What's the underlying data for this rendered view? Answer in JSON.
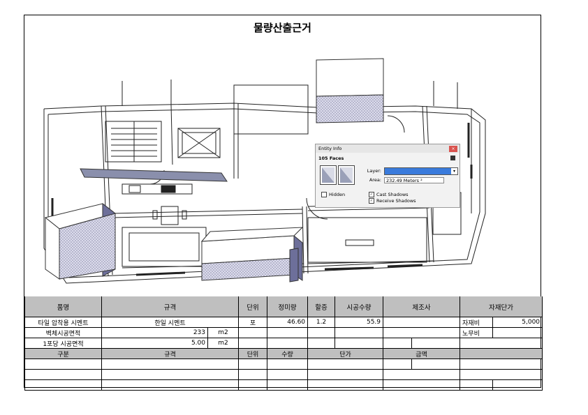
{
  "title": "물량산출근거",
  "entity_info": {
    "window_title": "Entity Info",
    "close_glyph": "×",
    "faces": "105 Faces",
    "layer_label": "Layer:",
    "area_label": "Area:",
    "area_value": "232.49 Meters ²",
    "hidden_label": "Hidden",
    "cast_shadows_label": "Cast Shadows",
    "receive_shadows_label": "Receive Shadows"
  },
  "header": [
    "품명",
    "규격",
    "단위",
    "정미량",
    "할증",
    "시공수량",
    "제조사",
    "자재단가"
  ],
  "row1": {
    "name": "타일 압착용 시멘트",
    "spec": "한일 시멘트",
    "unit": "포",
    "net": "46.60",
    "extra": "1.2",
    "qty": "55.9",
    "maker": "",
    "cost_label": "자재비",
    "cost_value": "5,000"
  },
  "row2": {
    "name": "벽체시공면적",
    "value": "233",
    "unit": "m2",
    "cost_label": "노무비"
  },
  "row3": {
    "name": "1포당 시공면적",
    "value": "5.00",
    "unit": "m2"
  },
  "header2": [
    "구분",
    "규격",
    "단위",
    "수량",
    "단가",
    "금액"
  ]
}
